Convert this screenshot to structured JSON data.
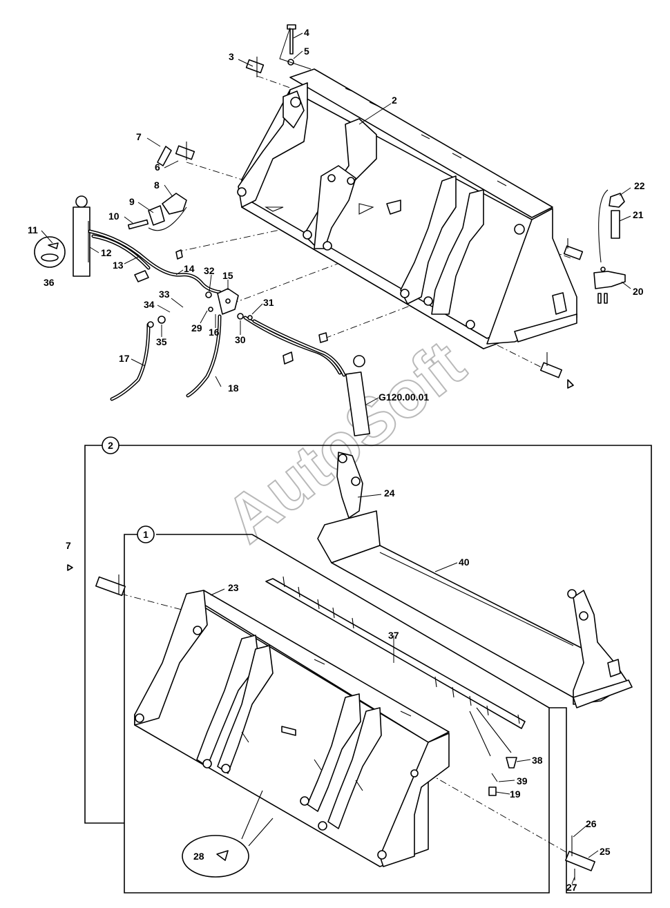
{
  "diagram": {
    "reference": "G120.00.01",
    "watermark": "AutoSoft",
    "variants": [
      {
        "id": "2",
        "label": "2"
      },
      {
        "id": "1",
        "label": "1"
      }
    ],
    "callouts": [
      "2",
      "3",
      "4",
      "5",
      "6",
      "7",
      "8",
      "9",
      "10",
      "11",
      "12",
      "13",
      "14",
      "15",
      "16",
      "17",
      "18",
      "19",
      "20",
      "21",
      "22",
      "23",
      "24",
      "25",
      "26",
      "27",
      "28",
      "29",
      "30",
      "31",
      "32",
      "33",
      "34",
      "35",
      "36",
      "37",
      "38",
      "39",
      "40"
    ],
    "callout_7_second": "7"
  }
}
